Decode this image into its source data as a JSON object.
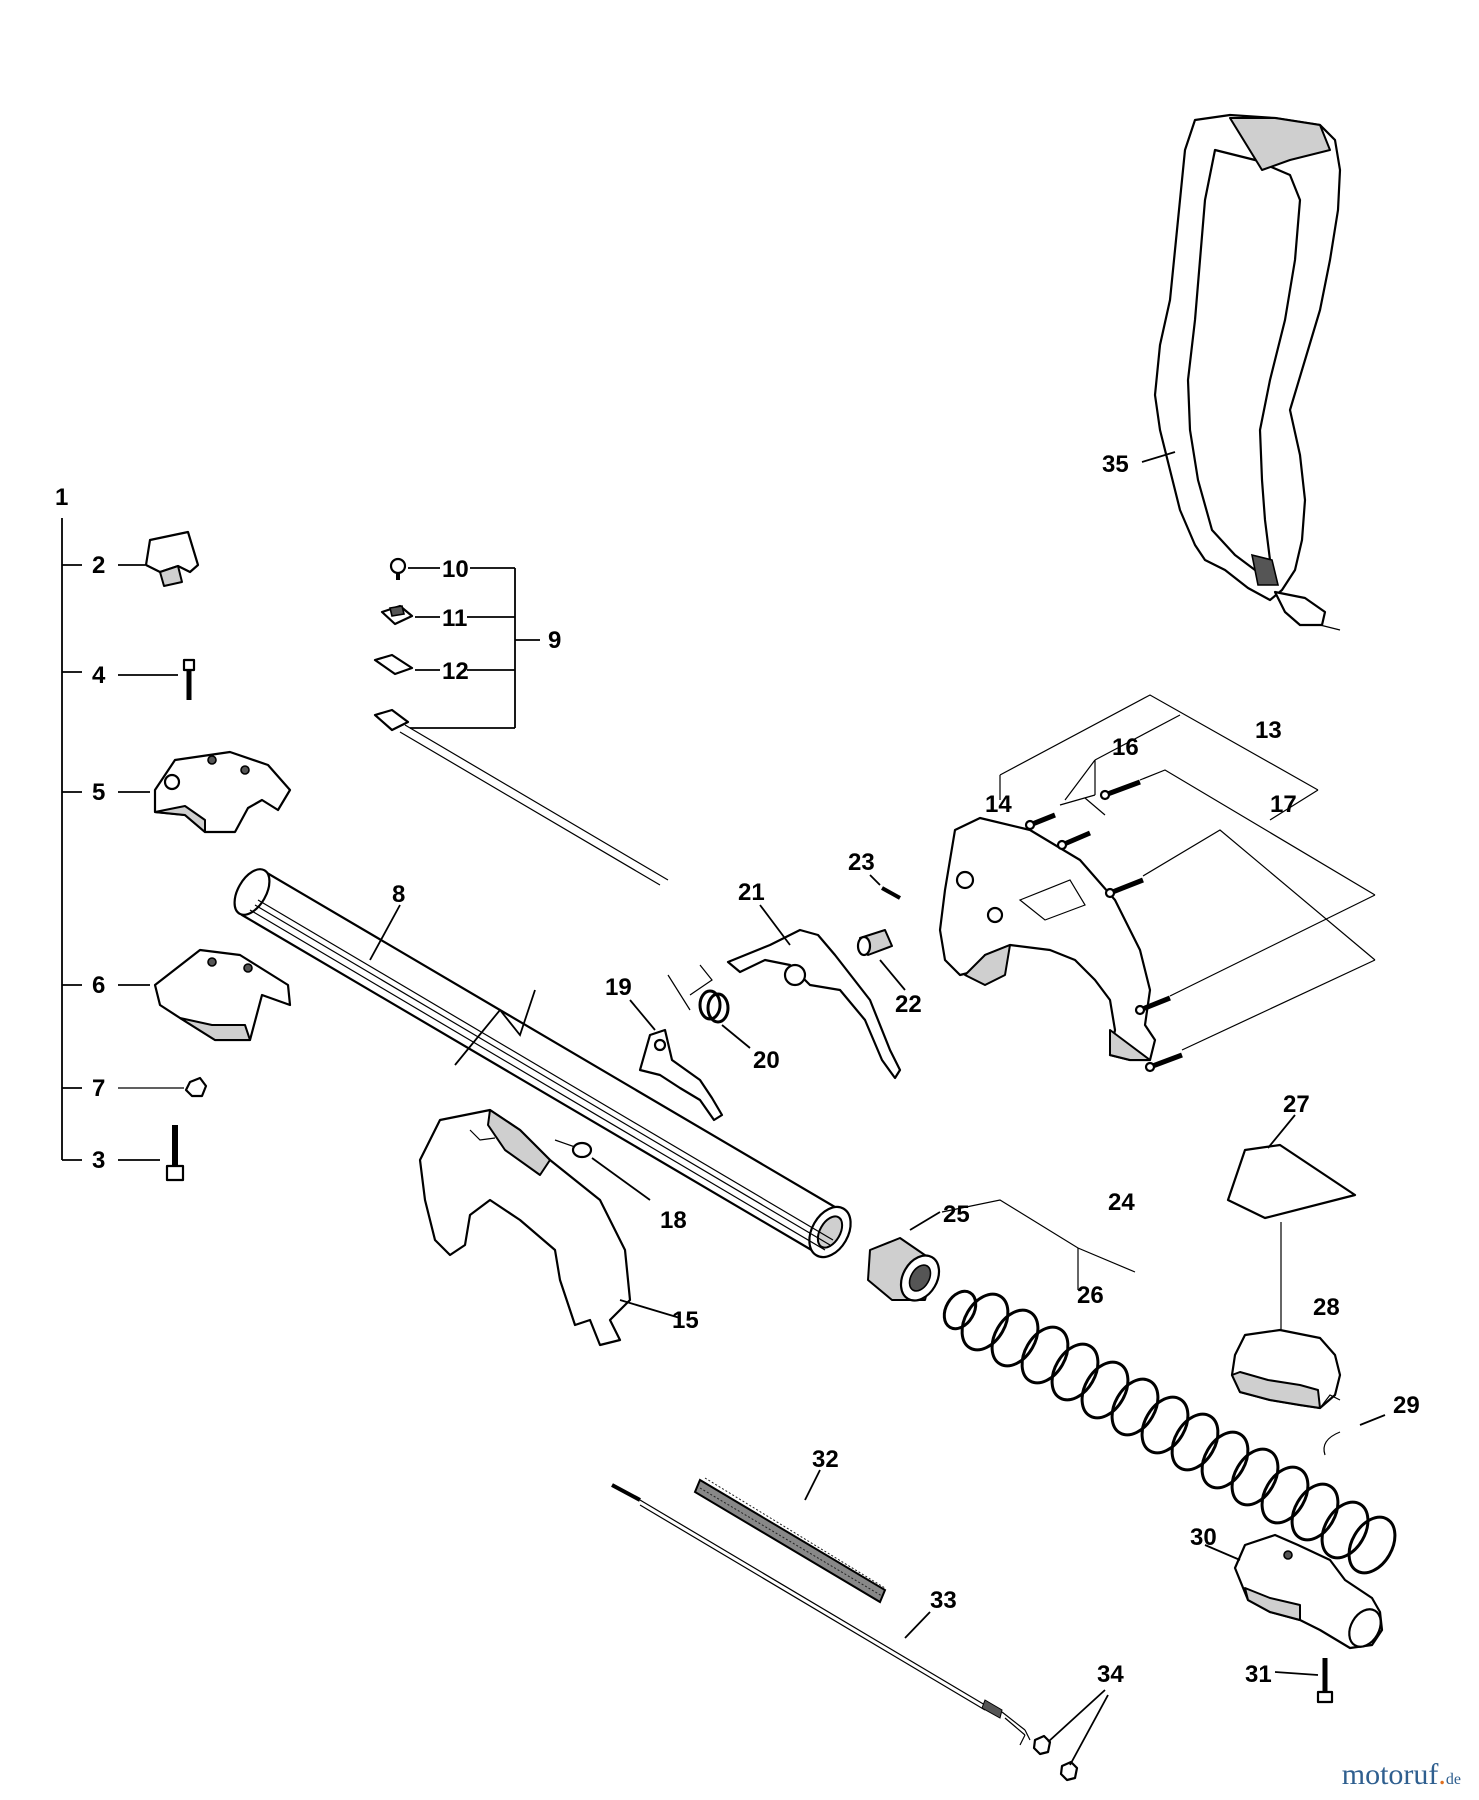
{
  "labels": {
    "p1": "1",
    "p2": "2",
    "p3": "3",
    "p4": "4",
    "p5": "5",
    "p6": "6",
    "p7": "7",
    "p8": "8",
    "p9": "9",
    "p10": "10",
    "p11": "11",
    "p12": "12",
    "p13": "13",
    "p14": "14",
    "p15": "15",
    "p16": "16",
    "p17": "17",
    "p18": "18",
    "p19": "19",
    "p20": "20",
    "p21": "21",
    "p22": "22",
    "p23": "23",
    "p24": "24",
    "p25": "25",
    "p26": "26",
    "p27": "27",
    "p28": "28",
    "p29": "29",
    "p30": "30",
    "p31": "31",
    "p32": "32",
    "p33": "33",
    "p34": "34",
    "p35": "35"
  },
  "watermark": {
    "main": "motoruf",
    "mark": ".",
    "suffix": "de"
  }
}
